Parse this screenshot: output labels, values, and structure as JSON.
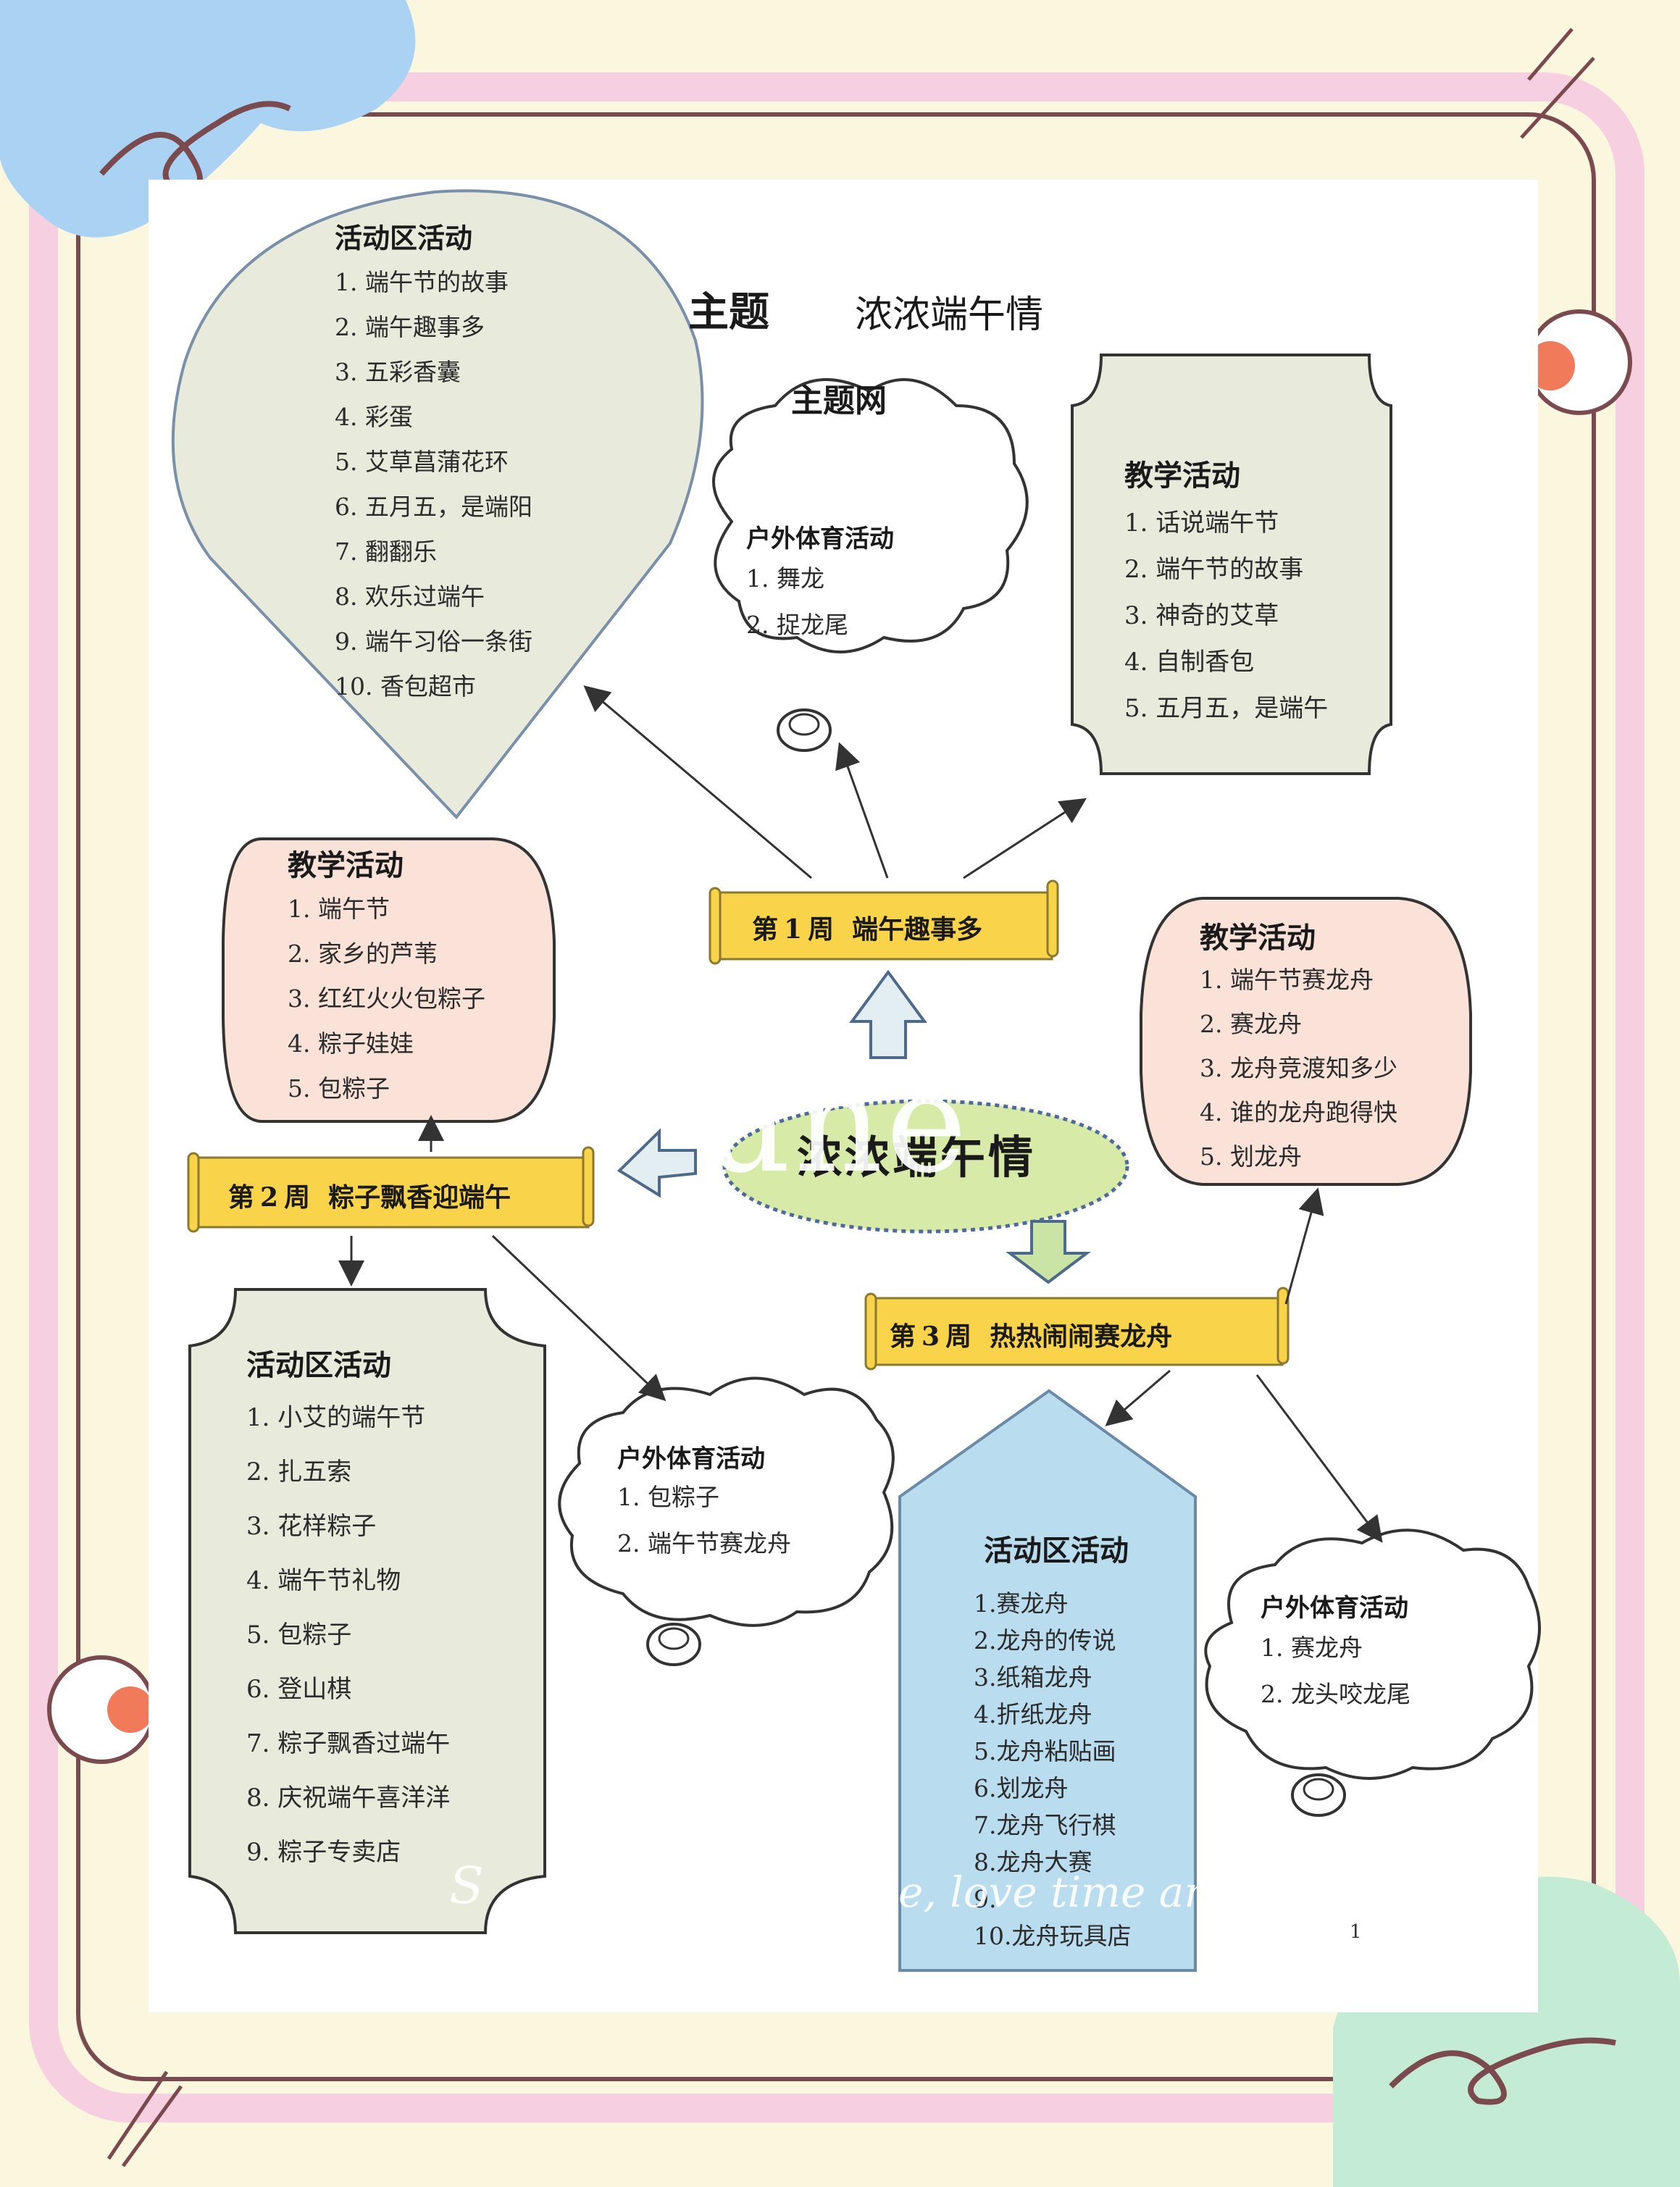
{
  "title": {
    "label": "主题",
    "name": "浓浓端午情",
    "subtitle": "主题网"
  },
  "center": {
    "label": "浓浓端午情",
    "watermark": "une"
  },
  "weeks": [
    {
      "prefix": "第",
      "number": "1",
      "suffix": "周",
      "name": "端午趣事多"
    },
    {
      "prefix": "第",
      "number": "2",
      "suffix": "周",
      "name": "粽子飘香迎端午"
    },
    {
      "prefix": "第",
      "number": "3",
      "suffix": "周",
      "name": "热热闹闹赛龙舟"
    }
  ],
  "week1": {
    "area": {
      "title": "活动区活动",
      "items": [
        "1. 端午节的故事",
        "2. 端午趣事多",
        "3. 五彩香囊",
        "4. 彩蛋",
        "5. 艾草菖蒲花环",
        "6. 五月五，是端阳",
        "7. 翻翻乐",
        "8. 欢乐过端午",
        "9. 端午习俗一条街",
        "10. 香包超市"
      ]
    },
    "outdoor": {
      "title": "户外体育活动",
      "items": [
        "1. 舞龙",
        "2. 捉龙尾"
      ]
    },
    "teaching": {
      "title": "教学活动",
      "items": [
        "1. 话说端午节",
        "2. 端午节的故事",
        "3. 神奇的艾草",
        "4. 自制香包",
        "5. 五月五，是端午"
      ]
    }
  },
  "week2": {
    "teaching": {
      "title": "教学活动",
      "items": [
        "1. 端午节",
        "2. 家乡的芦苇",
        "3. 红红火火包粽子",
        "4. 粽子娃娃",
        "5. 包粽子"
      ]
    },
    "area": {
      "title": "活动区活动",
      "items": [
        "1. 小艾的端午节",
        "2. 扎五索",
        "3. 花样粽子",
        "4. 端午节礼物",
        "5. 包粽子",
        "6. 登山棋",
        "7. 粽子飘香过端午",
        "8. 庆祝端午喜洋洋",
        "9. 粽子专卖店"
      ]
    },
    "outdoor": {
      "title": "户外体育活动",
      "items": [
        "1. 包粽子",
        "2. 端午节赛龙舟"
      ]
    }
  },
  "week3": {
    "teaching": {
      "title": "教学活动",
      "items": [
        "1. 端午节赛龙舟",
        "2. 赛龙舟",
        "3. 龙舟竞渡知多少",
        "4. 谁的龙舟跑得快",
        "5. 划龙舟"
      ]
    },
    "area": {
      "title": "活动区活动",
      "items": [
        "1.赛龙舟",
        "2.龙舟的传说",
        "3.纸箱龙舟",
        "4.折纸龙舟",
        "5.龙舟粘贴画",
        "6.划龙舟",
        "7.龙舟飞行棋",
        "8.龙舟大赛",
        "9.",
        "10.龙舟玩具店"
      ]
    },
    "outdoor": {
      "title": "户外体育活动",
      "items": [
        "1. 赛龙舟",
        "2. 龙头咬龙尾"
      ]
    }
  },
  "page_number": "1",
  "overlay_text": {
    "left": "S",
    "right": "e, love time and y"
  },
  "colors": {
    "background": "#fbf6de",
    "frame_pink": "#f6cfe0",
    "frame_line": "#7a4a4e",
    "week_banner": "#f9d34a",
    "area_fill": "#e8eadc",
    "teaching_pink": "#fbe2d8",
    "area_blue": "#b9dcee",
    "center_ellipse": "#d8eaa8",
    "arrow_fill": "#e2eef2"
  }
}
